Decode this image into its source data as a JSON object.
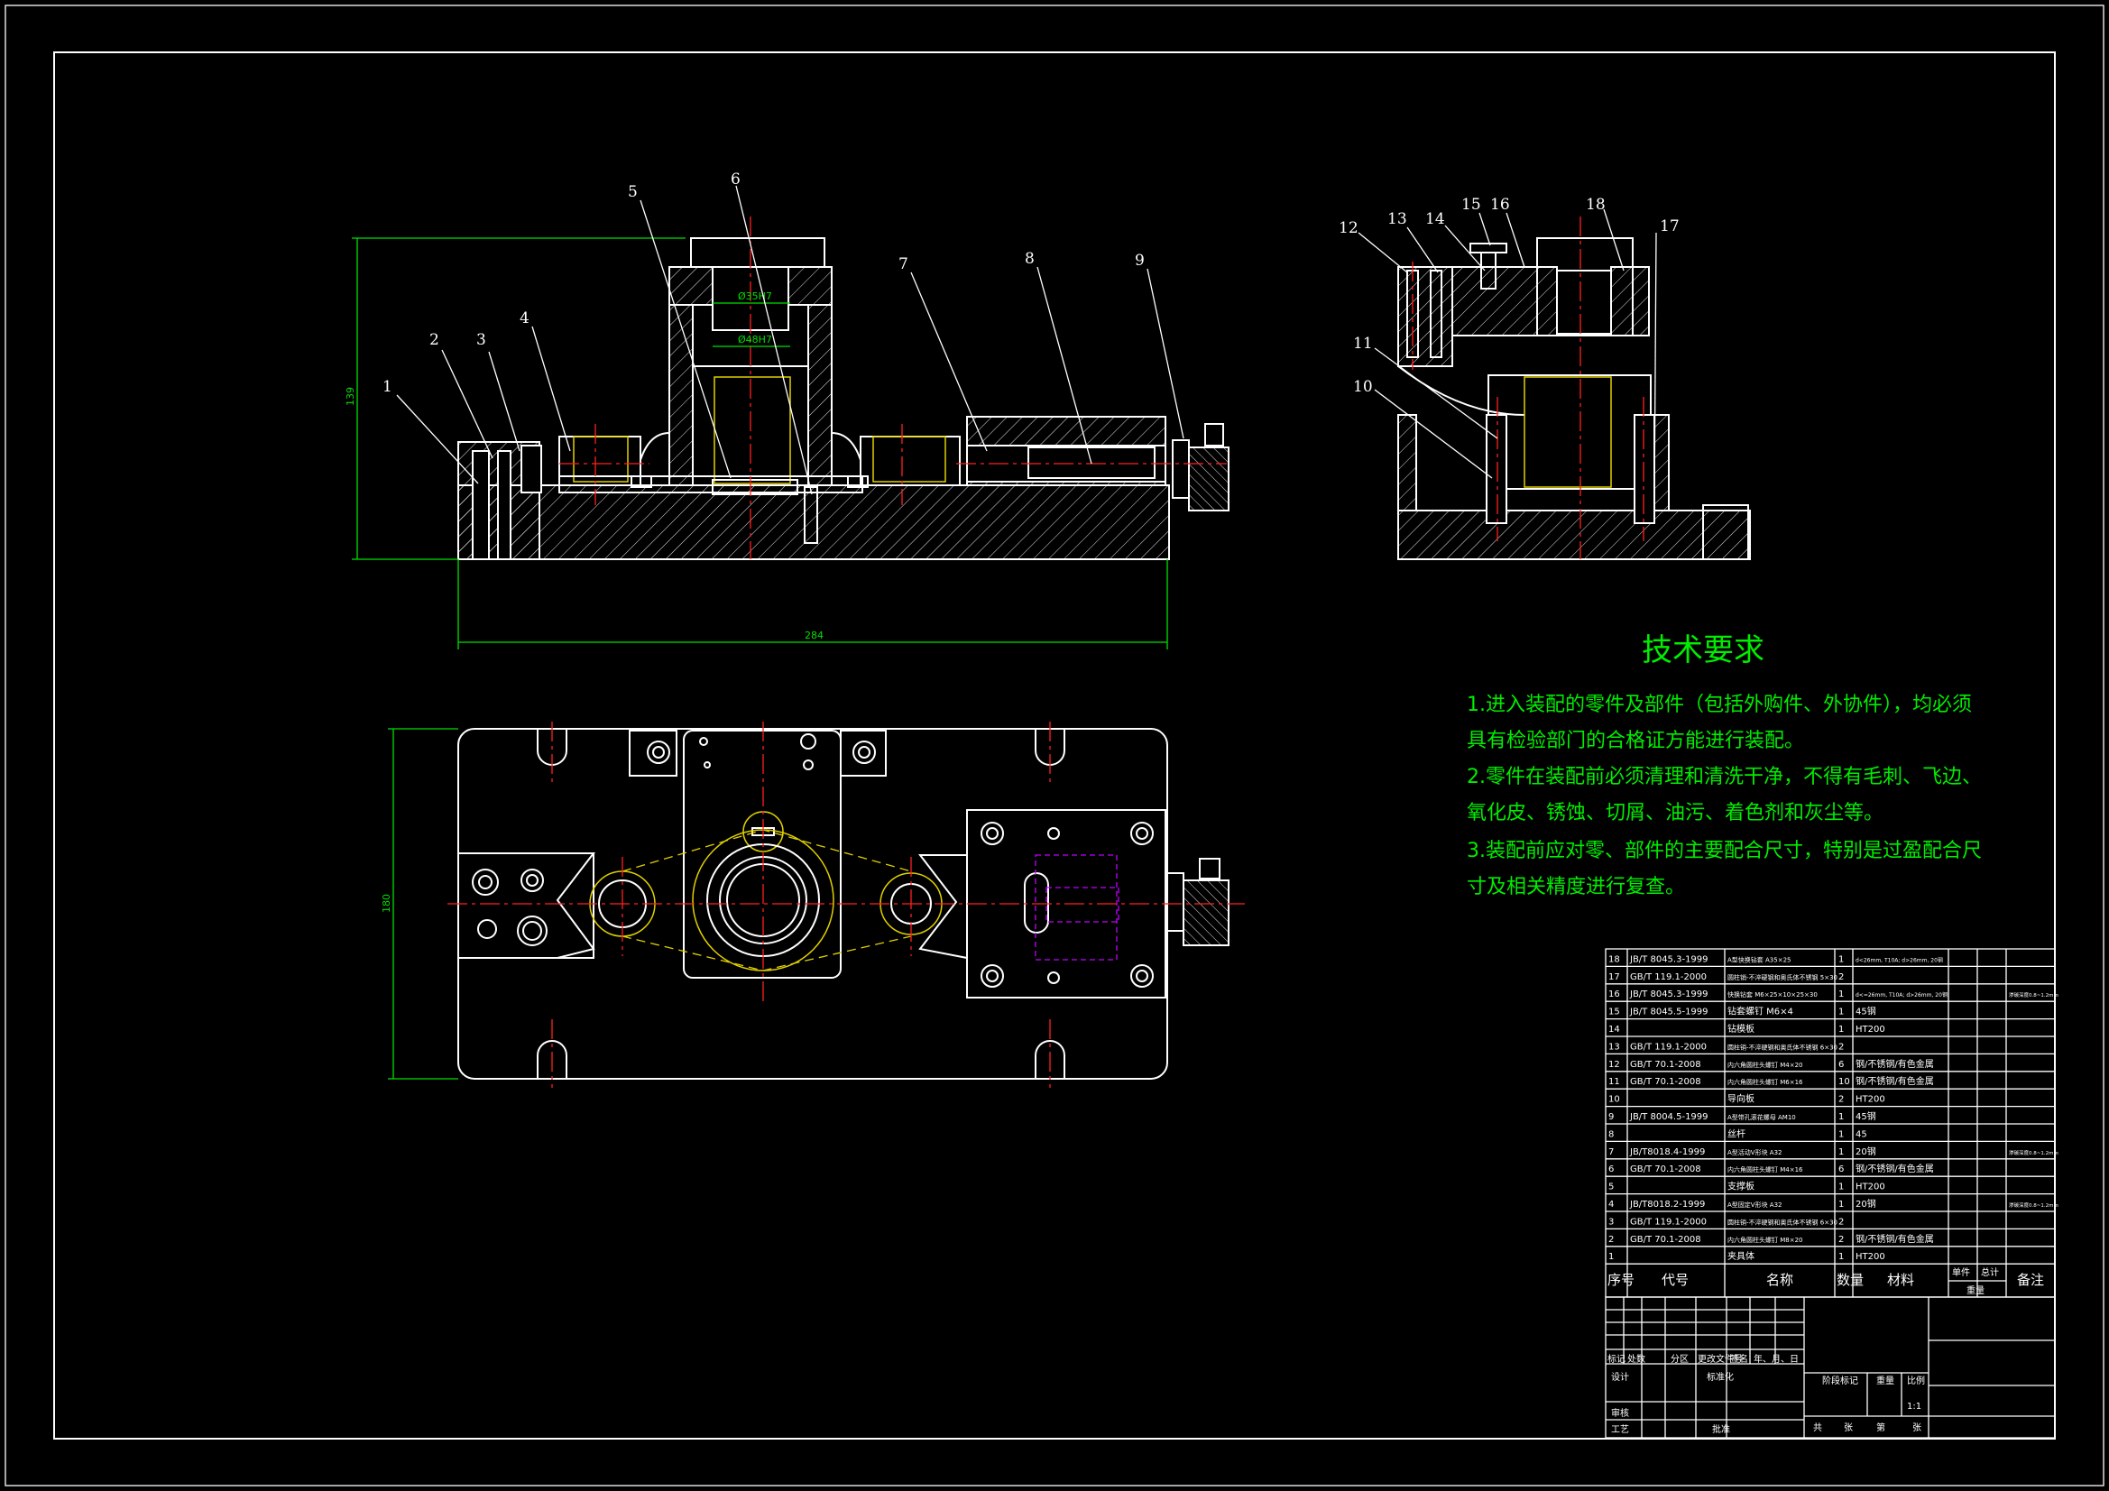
{
  "callouts": {
    "main_view": [
      "1",
      "2",
      "3",
      "4",
      "5",
      "6",
      "7",
      "8",
      "9"
    ],
    "side_view": [
      "12",
      "13",
      "14",
      "15",
      "16",
      "18",
      "17",
      "11",
      "10"
    ]
  },
  "dimensions": {
    "height": "139",
    "length": "284",
    "plan_width": "180",
    "bore_upper": "Ø35H7",
    "bore_lower": "Ø48H7"
  },
  "tech_requirements": {
    "title": "技术要求",
    "lines": [
      "1.进入装配的零件及部件（包括外购件、外协件），均必须",
      "具有检验部门的合格证方能进行装配。",
      "2.零件在装配前必须清理和清洗干净，不得有毛刺、飞边、",
      "氧化皮、锈蚀、切屑、油污、着色剂和灰尘等。",
      "3.装配前应对零、部件的主要配合尺寸，特别是过盈配合尺",
      "寸及相关精度进行复查。"
    ]
  },
  "bom": {
    "rows": [
      {
        "no": "18",
        "code": "JB/T 8045.3-1999",
        "name": "A型快换钻套 A35×25",
        "qty": "1",
        "material": "d<26mm, T10A; d>26mm, 20钢",
        "remark": ""
      },
      {
        "no": "17",
        "code": "GB/T 119.1-2000",
        "name": "圆柱销-不淬硬钢和奥氏体不锈钢 5×30",
        "qty": "2",
        "material": "",
        "remark": ""
      },
      {
        "no": "16",
        "code": "JB/T 8045.3-1999",
        "name": "快换钻套 M6×25×10×25×30",
        "qty": "1",
        "material": "d<=26mm, T10A; d>26mm, 20钢",
        "remark": "渗碳深度0.8~1.2mm"
      },
      {
        "no": "15",
        "code": "JB/T 8045.5-1999",
        "name": "钻套螺钉 M6×4",
        "qty": "1",
        "material": "45钢",
        "remark": ""
      },
      {
        "no": "14",
        "code": "",
        "name": "钻模板",
        "qty": "1",
        "material": "HT200",
        "remark": ""
      },
      {
        "no": "13",
        "code": "GB/T 119.1-2000",
        "name": "圆柱销-不淬硬钢和奥氏体不锈钢 6×30",
        "qty": "2",
        "material": "",
        "remark": ""
      },
      {
        "no": "12",
        "code": "GB/T 70.1-2008",
        "name": "内六角圆柱头螺钉 M4×20",
        "qty": "6",
        "material": "钢/不锈钢/有色金属",
        "remark": ""
      },
      {
        "no": "11",
        "code": "GB/T 70.1-2008",
        "name": "内六角圆柱头螺钉 M6×16",
        "qty": "10",
        "material": "钢/不锈钢/有色金属",
        "remark": ""
      },
      {
        "no": "10",
        "code": "",
        "name": "导向板",
        "qty": "2",
        "material": "HT200",
        "remark": ""
      },
      {
        "no": "9",
        "code": "JB/T 8004.5-1999",
        "name": "A型带孔滚花螺母 AM10",
        "qty": "1",
        "material": "45钢",
        "remark": ""
      },
      {
        "no": "8",
        "code": "",
        "name": "丝杆",
        "qty": "1",
        "material": "45",
        "remark": ""
      },
      {
        "no": "7",
        "code": "JB/T8018.4-1999",
        "name": "A型活动V形块 A32",
        "qty": "1",
        "material": "20钢",
        "remark": "渗碳深度0.8~1.2mm"
      },
      {
        "no": "6",
        "code": "GB/T 70.1-2008",
        "name": "内六角圆柱头螺钉 M4×16",
        "qty": "6",
        "material": "钢/不锈钢/有色金属",
        "remark": ""
      },
      {
        "no": "5",
        "code": "",
        "name": "支撑板",
        "qty": "1",
        "material": "HT200",
        "remark": ""
      },
      {
        "no": "4",
        "code": "JB/T8018.2-1999",
        "name": "A型固定V形块 A32",
        "qty": "1",
        "material": "20钢",
        "remark": "渗碳深度0.8~1.2mm"
      },
      {
        "no": "3",
        "code": "GB/T 119.1-2000",
        "name": "圆柱销-不淬硬钢和奥氏体不锈钢 6×30",
        "qty": "2",
        "material": "",
        "remark": ""
      },
      {
        "no": "2",
        "code": "GB/T 70.1-2008",
        "name": "内六角圆柱头螺钉 M8×20",
        "qty": "2",
        "material": "钢/不锈钢/有色金属",
        "remark": ""
      },
      {
        "no": "1",
        "code": "",
        "name": "夹具体",
        "qty": "1",
        "material": "HT200",
        "remark": ""
      }
    ],
    "header": {
      "no": "序号",
      "code": "代号",
      "name": "名称",
      "qty": "数量",
      "material": "材料",
      "unit": "单件",
      "total": "总计",
      "weight": "重量",
      "remark": "备注"
    }
  },
  "title_block": {
    "mark": "标记",
    "count": "处数",
    "zone": "分区",
    "change_doc": "更改文件号",
    "sign": "签名",
    "date": "年、月、日",
    "design": "设计",
    "standardize": "标准化",
    "stage_mark": "阶段标记",
    "weight": "重量",
    "scale": "比例",
    "scale_value": "1:1",
    "review": "审核",
    "process": "工艺",
    "approve": "批准",
    "total_sheets": "共",
    "sheets_unit": "张",
    "sheet_no": "第",
    "sheet_unit": "张"
  }
}
